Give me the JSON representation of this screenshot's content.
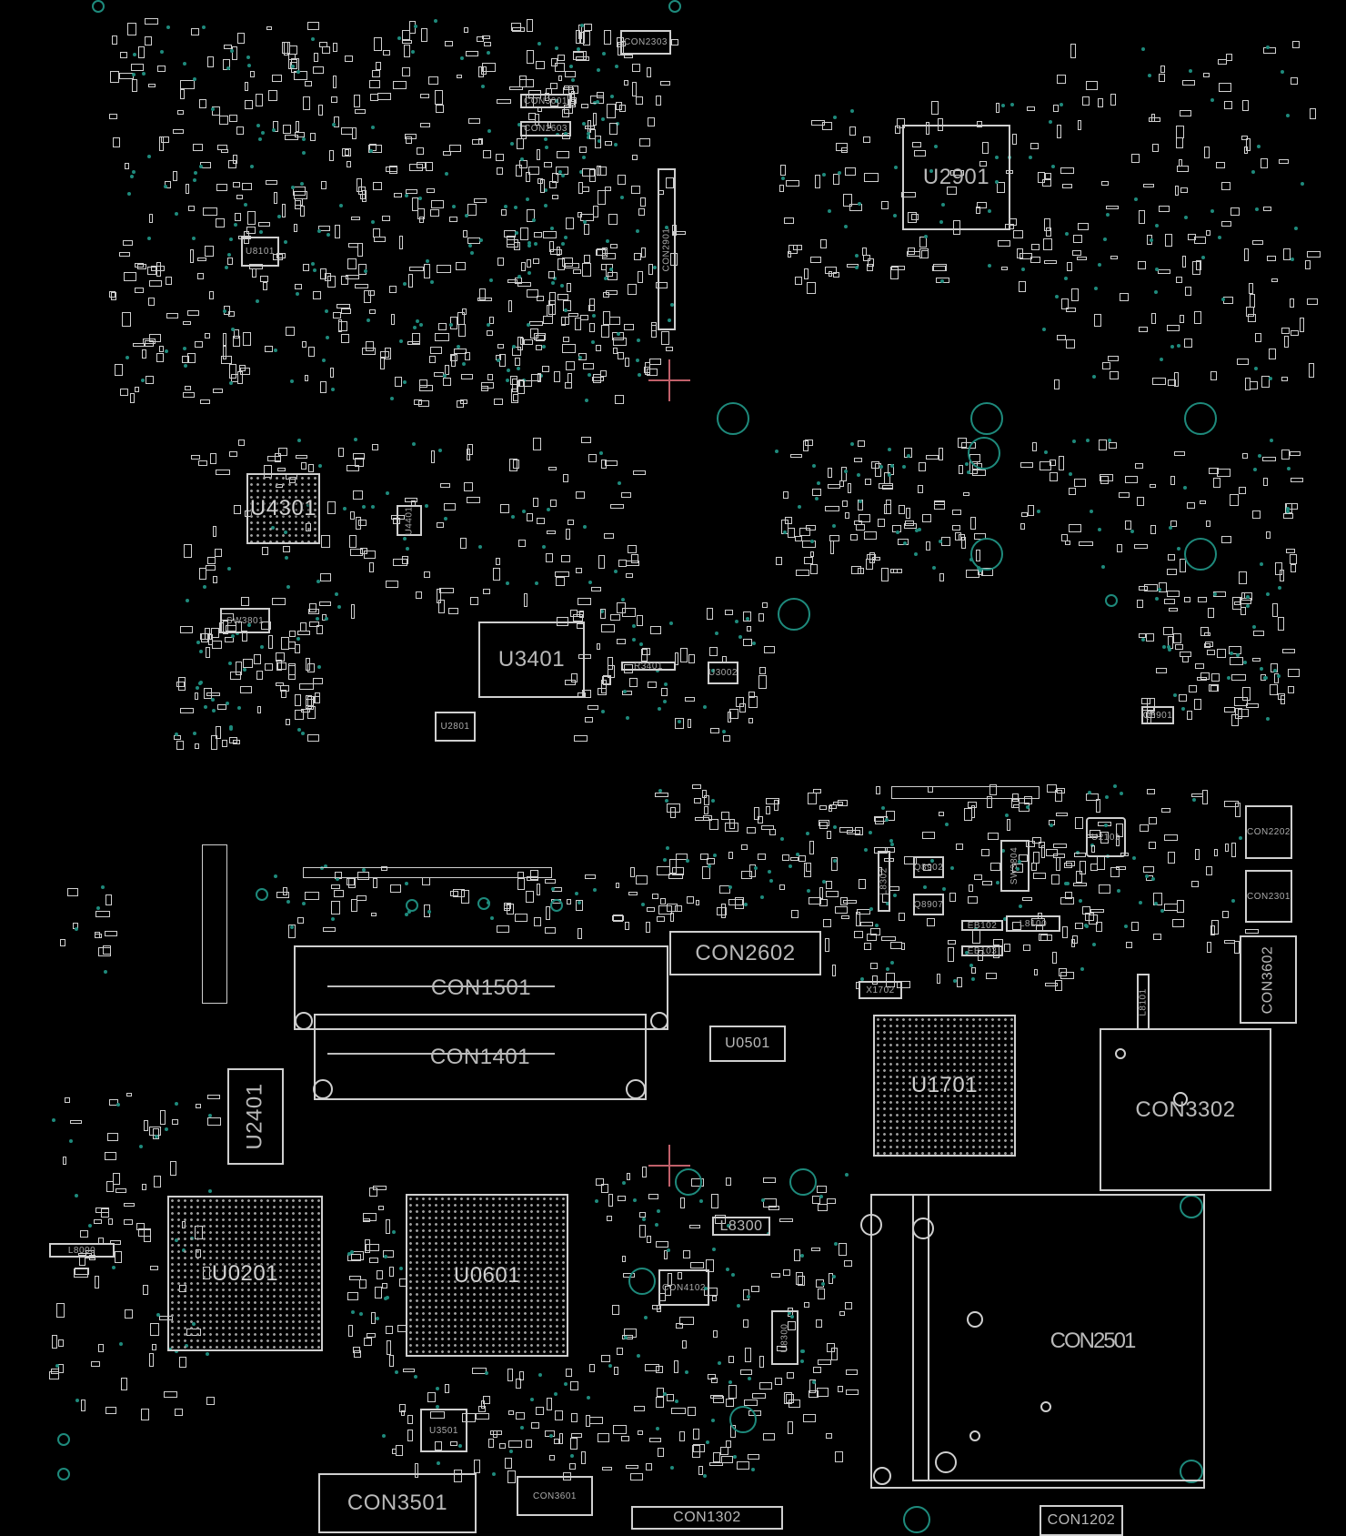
{
  "board": {
    "colors": {
      "background": "#000000",
      "outline": "#cfcfcf",
      "via": "#1e8a7c",
      "marker": "#c0606a"
    }
  },
  "components": {
    "U2901": "U2901",
    "U4301": "U4301",
    "U4401": "U4401",
    "U3401": "U3401",
    "U2801": "U2801",
    "U8101": "U8101",
    "U0501": "U0501",
    "U1701": "U1701",
    "U2101": "U2101",
    "U2401": "U2401",
    "U0201": "U0201",
    "U0601": "U0601",
    "U3501": "U3501",
    "U8300": "U8300",
    "CON1501": "CON1501",
    "CON1401": "CON1401",
    "CON2602": "CON2602",
    "CON3302": "CON3302",
    "CON3602": "CON3602",
    "CON2501": "CON2501",
    "CON3501": "CON3501",
    "CON3601": "CON3601",
    "CON1302": "CON1302",
    "CON1202": "CON1202",
    "CON2901": "CON2901",
    "CON3001": "CON3001",
    "CON2603": "CON2603",
    "CON2303": "CON2303",
    "CON2202": "CON2202",
    "CON2301": "CON2301",
    "CON4102": "CON4102",
    "SW3801": "SW3801",
    "SW3804": "SW3804",
    "L8300": "L8300",
    "L8100": "L8100",
    "L8101": "L8101",
    "L8302": "L8302",
    "L8000": "L8000",
    "EB102": "EB102",
    "EB103": "EB103",
    "X1702": "X1702",
    "Q8902": "Q8902",
    "Q8907": "Q8907",
    "Q8901": "Q8901",
    "R3401": "R3401",
    "U3002": "U3002"
  }
}
